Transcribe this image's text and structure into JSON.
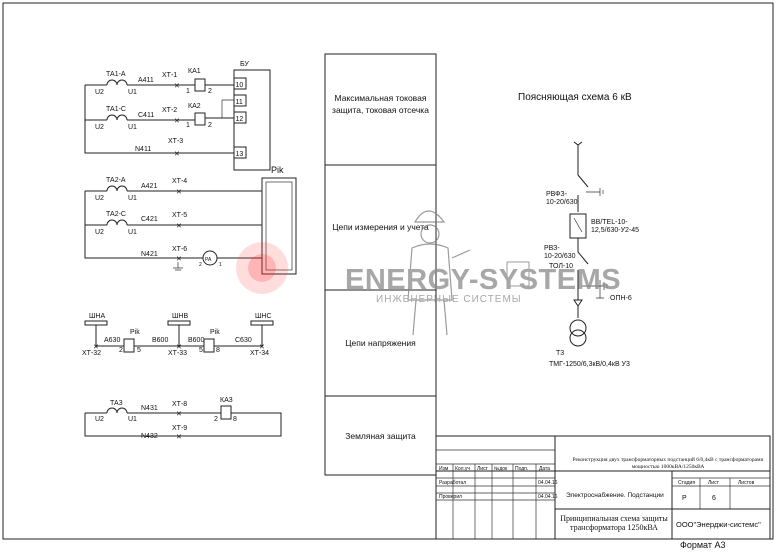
{
  "format_label": "Формат А3",
  "watermark": {
    "brand": "ENERGY-SYSTEMS",
    "subtitle": "ИНЖЕНЕРНЫЕ СИСТЕМЫ"
  },
  "middle_table": {
    "rows": [
      "Максимальная  токовая защита, токовая отсечка",
      "Цепи измерения и учета",
      "Цепи напряжения",
      "Земляная защита"
    ]
  },
  "left_schematic": {
    "bu_label": "БУ",
    "ta1a": "ТА1-А",
    "ta1c": "ТА1-С",
    "a411": "А411",
    "c411": "С411",
    "n411": "N411",
    "xt1": "ХТ-1",
    "xt2": "ХТ-2",
    "xt3": "ХТ-3",
    "ka1": "КА1",
    "ka2": "КА2",
    "t10": "10",
    "t11": "11",
    "t12": "12",
    "t13": "13",
    "u2": "U2",
    "u1": "U1",
    "n1": "1",
    "n2": "2",
    "ta2a": "ТА2-А",
    "ta2c": "ТА2-С",
    "a421": "А421",
    "c421": "С421",
    "n421": "N421",
    "xt4": "ХТ-4",
    "xt5": "ХТ-5",
    "xt6": "ХТ-6",
    "pik": "Pik",
    "pa": "PA",
    "pa_l": "2",
    "pa_r": "1",
    "shna": "ШНА",
    "shnv": "ШНВ",
    "shnc": "ШНС",
    "a630": "А630",
    "b600a": "В600",
    "b600b": "В600",
    "c630": "С630",
    "xt32": "ХТ-32",
    "xt33": "ХТ-33",
    "xt34": "ХТ-34",
    "pik2": "Pik",
    "pik3": "Pik",
    "r2": "2",
    "r5": "5",
    "r5b": "5",
    "r8": "8",
    "ta3": "ТА3",
    "n431": "N431",
    "n432": "N432",
    "xt8": "ХТ-8",
    "xt9": "ХТ-9",
    "ka3": "КА3",
    "k2": "2",
    "k8": "8"
  },
  "right_schematic": {
    "title": "Поясняющая схема 6 кВ",
    "rvfz": "РВФЗ-",
    "rvfz2": "10-20/630",
    "vv": "ВВ/TEL-10-",
    "vv2": "12,5/630-У2-45",
    "rvz": "РВЗ-",
    "rvz2": "10-20/630",
    "tol": "ТОЛ-10",
    "opn": "ОПН-6",
    "t3": "Т3",
    "tmg": "ТМГ-1250/6,3кВ/0,4кВ У3"
  },
  "title_block": {
    "header_cols": [
      "Изм",
      "Кол.уч",
      "Лист",
      "№док",
      "Подп.",
      "Дата"
    ],
    "razrab_label": "Разработал",
    "razrab_date": "04.04.16",
    "prover_label": "Проверил",
    "prover_date": "04.04.16",
    "project_title": "Реконструкция двух трансформаторных подстанций 6/0,4кВ с трансформаторами мощностью 1000кВА/1250кВА",
    "section": "Электроснабжение. Подстанции",
    "stage_h": "Стадия",
    "sheet_h": "Лист",
    "sheets_h": "Листов",
    "stage_v": "Р",
    "sheet_v": "6",
    "sheets_v": "",
    "drawing_title": "Принципиальная схема защиты трансформатора 1250кВА",
    "company": "ООО\"Энерджи-системс\""
  }
}
